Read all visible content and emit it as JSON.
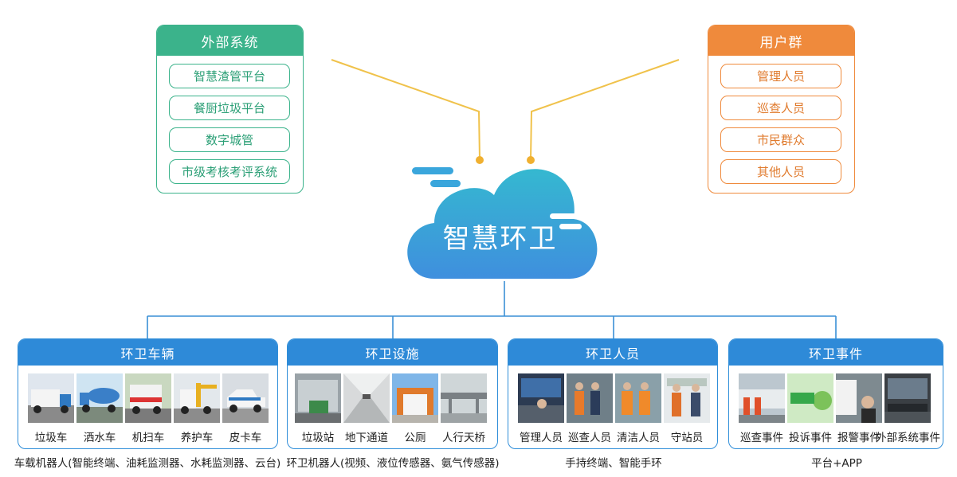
{
  "external": {
    "title": "外部系统",
    "items": [
      {
        "label": "智慧渣管平台"
      },
      {
        "label": "餐厨垃圾平台"
      },
      {
        "label": "数字城管"
      },
      {
        "label": "市级考核考评系统"
      }
    ]
  },
  "users": {
    "title": "用户群",
    "items": [
      {
        "label": "管理人员"
      },
      {
        "label": "巡查人员"
      },
      {
        "label": "市民群众"
      },
      {
        "label": "其他人员"
      }
    ]
  },
  "center": {
    "title": "智慧环卫"
  },
  "groups": [
    {
      "title": "环卫车辆",
      "items": [
        {
          "label": "垃圾车"
        },
        {
          "label": "洒水车"
        },
        {
          "label": "机扫车"
        },
        {
          "label": "养护车"
        },
        {
          "label": "皮卡车"
        }
      ],
      "caption": "车载机器人(智能终端、油耗监测器、水耗监测器、云台)"
    },
    {
      "title": "环卫设施",
      "items": [
        {
          "label": "垃圾站"
        },
        {
          "label": "地下通道"
        },
        {
          "label": "公厕"
        },
        {
          "label": "人行天桥"
        }
      ],
      "caption": "环卫机器人(视频、液位传感器、氨气传感器)"
    },
    {
      "title": "环卫人员",
      "items": [
        {
          "label": "管理人员"
        },
        {
          "label": "巡查人员"
        },
        {
          "label": "清洁人员"
        },
        {
          "label": "守站员"
        }
      ],
      "caption": "手持终端、智能手环"
    },
    {
      "title": "环卫事件",
      "items": [
        {
          "label": "巡查事件"
        },
        {
          "label": "投诉事件"
        },
        {
          "label": "报警事件"
        },
        {
          "label": "外部系统事件"
        }
      ],
      "caption": "平台+APP"
    }
  ],
  "colors": {
    "green": "#3bb38b",
    "orange": "#ef8a3c",
    "blue": "#2e8ad8",
    "connector": "#f0c24b",
    "tree": "#3a8fd6"
  }
}
